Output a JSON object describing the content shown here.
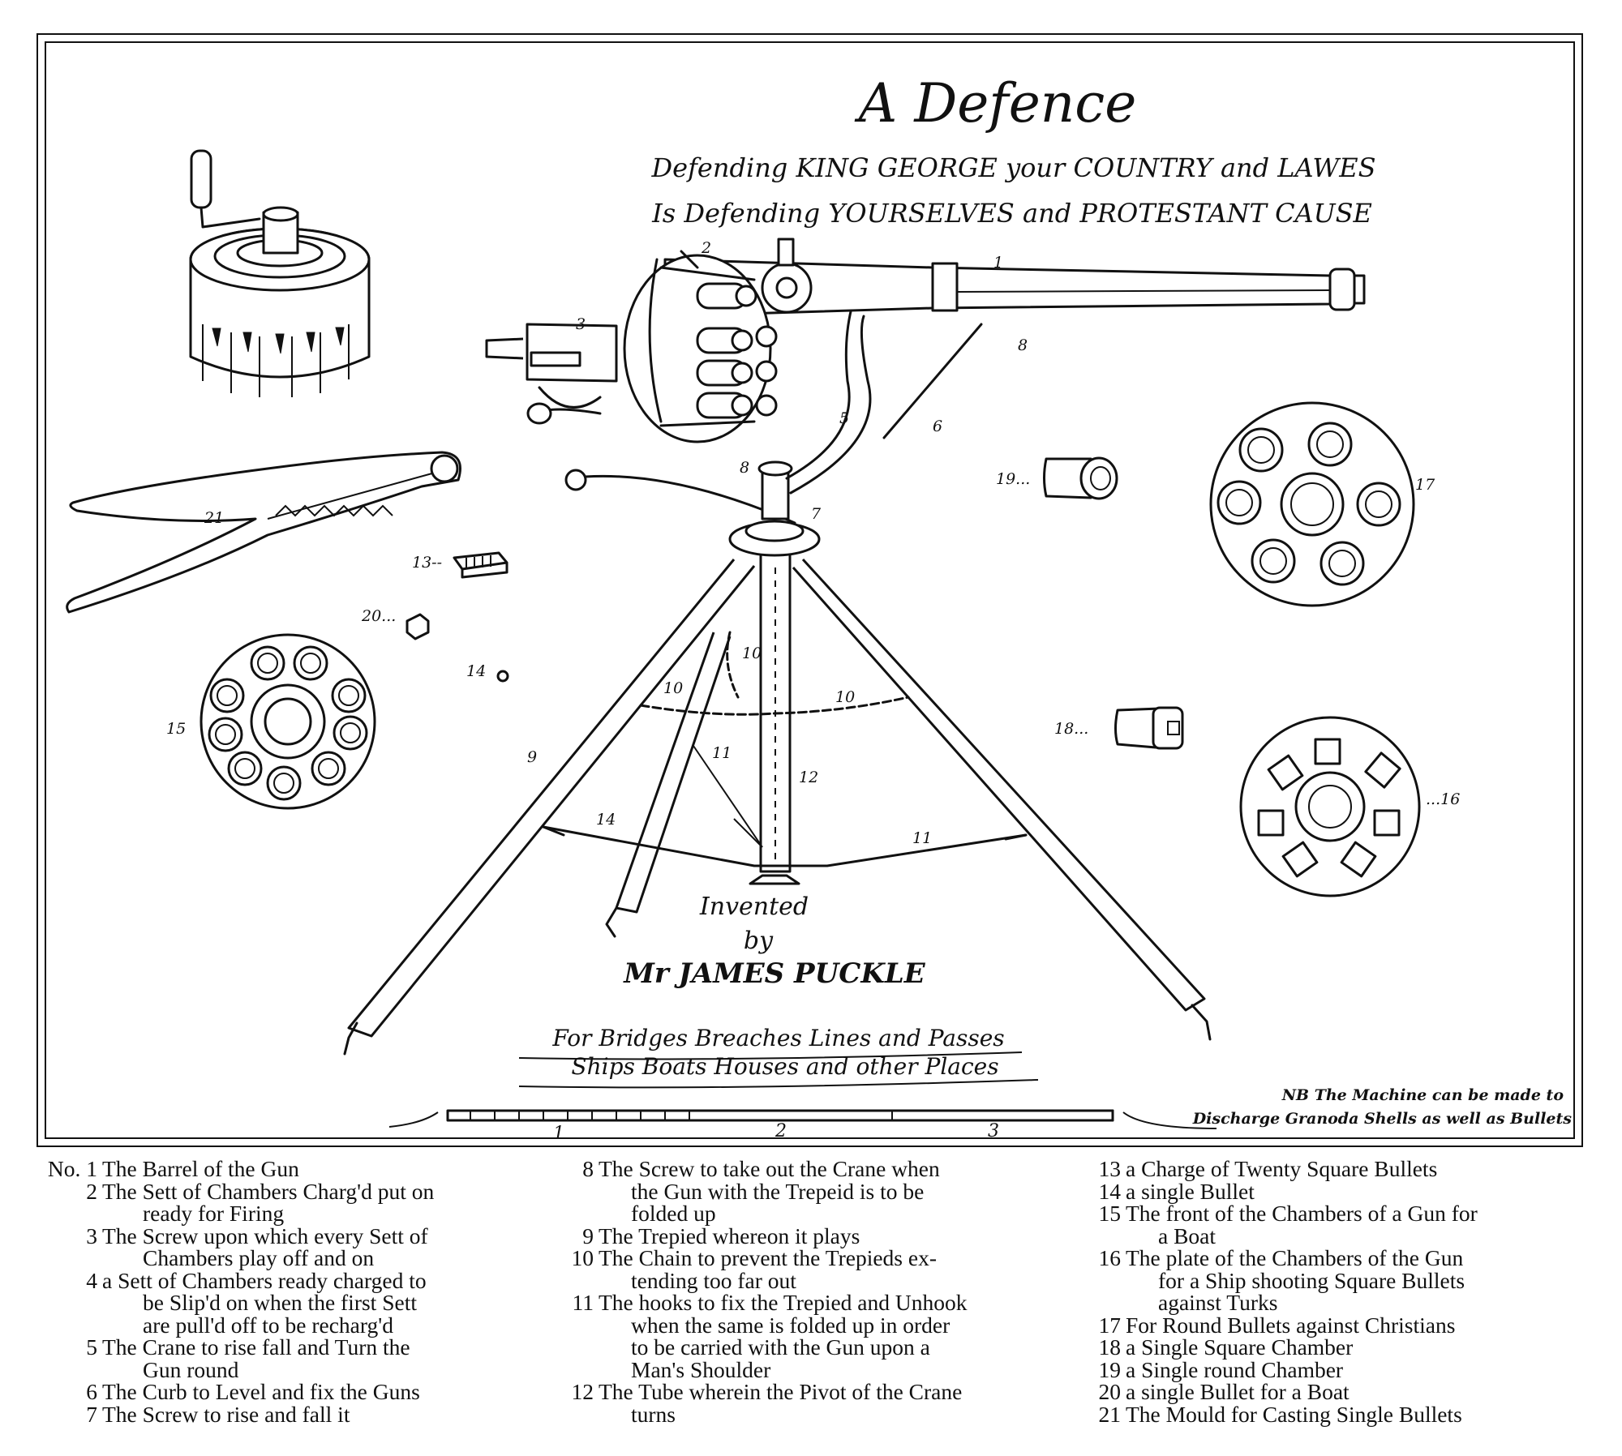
{
  "plate": {
    "title": "A Defence",
    "motto_line1": "Defending KING GEORGE your COUNTRY and LAWES",
    "motto_line2": "Is Defending YOURSELVES and PROTESTANT CAUSE",
    "invented": "Invented",
    "by": "by",
    "inventor": "Mr JAMES PUCKLE",
    "use_line1": "For Bridges Breaches Lines and Passes",
    "use_line2": "Ships Boats Houses and other Places",
    "note_line1": "NB The Machine can be made to",
    "note_line2": "Discharge Granoda Shells as well as Bullets",
    "scale_labels": [
      "1",
      "2",
      "3"
    ]
  },
  "callouts": {
    "c1": "1",
    "c2": "2",
    "c3": "3",
    "c5": "5",
    "c6": "6",
    "c7": "7",
    "c8a": "8",
    "c8b": "8",
    "c9": "9",
    "c10a": "10",
    "c10b": "10",
    "c10c": "10",
    "c11a": "11",
    "c11b": "11",
    "c12": "12",
    "c13": "13--",
    "c14": "14",
    "c14b": "14",
    "c15": "15",
    "c16": "...16",
    "c17": "17",
    "c18": "18...",
    "c19": "19...",
    "c20": "20...",
    "c21": "21"
  },
  "legend": {
    "prefix": "No.",
    "col1": [
      {
        "n": "1",
        "line1": "The Barrel of the Gun",
        "line2": "",
        "line3": ""
      },
      {
        "n": "2",
        "line1": "The Sett of Chambers Charg'd put on",
        "line2": "ready for Firing",
        "line3": ""
      },
      {
        "n": "3",
        "line1": "The Screw upon which every Sett of",
        "line2": "Chambers play off and on",
        "line3": ""
      },
      {
        "n": "4",
        "line1": "a Sett of Chambers ready charged to",
        "line2": "be Slip'd on when the first Sett",
        "line3": "are pull'd off to be recharg'd"
      },
      {
        "n": "5",
        "line1": "The Crane to rise fall and Turn the",
        "line2": "Gun round",
        "line3": ""
      },
      {
        "n": "6",
        "line1": "The Curb to Level and fix the Guns",
        "line2": "",
        "line3": ""
      },
      {
        "n": "7",
        "line1": "The Screw to rise and fall it",
        "line2": "",
        "line3": ""
      }
    ],
    "col2": [
      {
        "n": "8",
        "line1": "The Screw to take out the Crane when",
        "line2": "the Gun with the Trepeid is to be",
        "line3": "folded up",
        "line4": ""
      },
      {
        "n": "9",
        "line1": "The Trepied whereon it plays",
        "line2": "",
        "line3": "",
        "line4": ""
      },
      {
        "n": "10",
        "line1": "The Chain to prevent the Trepieds ex-",
        "line2": "tending too far out",
        "line3": "",
        "line4": ""
      },
      {
        "n": "11",
        "line1": "The hooks to fix the Trepied and Unhook",
        "line2": "when the same is folded up in order",
        "line3": "to be carried with the Gun upon a",
        "line4": "Man's Shoulder"
      },
      {
        "n": "12",
        "line1": "The Tube wherein the Pivot of the Crane",
        "line2": "turns",
        "line3": "",
        "line4": ""
      }
    ],
    "col3": [
      {
        "n": "13",
        "line1": "a Charge of Twenty Square Bullets",
        "line2": "",
        "line3": ""
      },
      {
        "n": "14",
        "line1": "a single Bullet",
        "line2": "",
        "line3": ""
      },
      {
        "n": "15",
        "line1": "The front of the Chambers of a Gun for",
        "line2": "a Boat",
        "line3": ""
      },
      {
        "n": "16",
        "line1": "The plate of the Chambers of the Gun",
        "line2": "for a Ship shooting Square Bullets",
        "line3": "against Turks"
      },
      {
        "n": "17",
        "line1": "For Round Bullets against Christians",
        "line2": "",
        "line3": ""
      },
      {
        "n": "18",
        "line1": "a Single Square Chamber",
        "line2": "",
        "line3": ""
      },
      {
        "n": "19",
        "line1": "a Single round Chamber",
        "line2": "",
        "line3": ""
      },
      {
        "n": "20",
        "line1": "a single Bullet for a Boat",
        "line2": "",
        "line3": ""
      },
      {
        "n": "21",
        "line1": "The Mould for Casting Single Bullets",
        "line2": "",
        "line3": ""
      }
    ]
  }
}
